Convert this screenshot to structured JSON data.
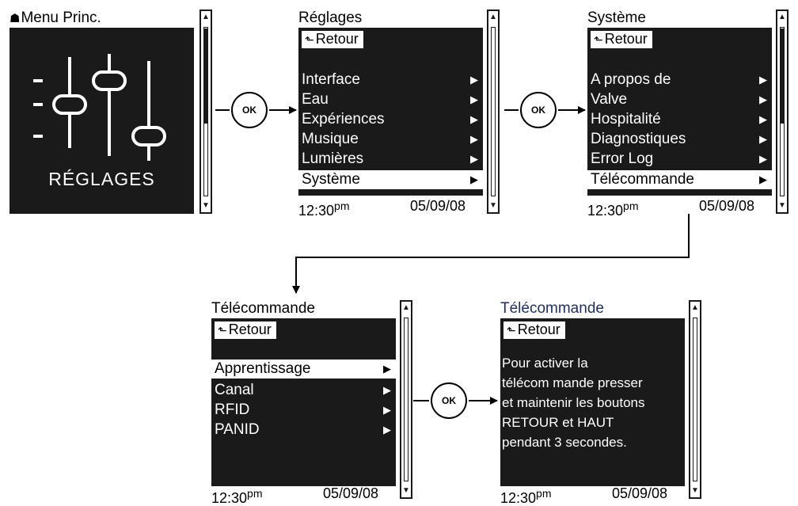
{
  "screens": {
    "main_menu": {
      "title_icon": "home-icon",
      "title": "Menu Princ.",
      "label": "RÉGLAGES"
    },
    "reglages": {
      "title": "Réglages",
      "back": "Retour",
      "items": [
        "Interface",
        "Eau",
        "Expériences",
        "Musique",
        "Lumières",
        "Système"
      ],
      "selected": 5,
      "time": "12:30",
      "ampm": "pm",
      "date": "05/09/08"
    },
    "systeme": {
      "title": "Système",
      "back": "Retour",
      "items": [
        "A propos de",
        "Valve",
        "Hospitalité",
        "Diagnostiques",
        "Error Log",
        "Télécommande"
      ],
      "selected": 5,
      "time": "12:30",
      "ampm": "pm",
      "date": "05/09/08"
    },
    "telecommande": {
      "title": "Télécommande",
      "back": "Retour",
      "items": [
        "Apprentissage",
        "Canal",
        "RFID",
        "PANID"
      ],
      "selected": 0,
      "time": "12:30",
      "ampm": "pm",
      "date": "05/09/08"
    },
    "telecommande_info": {
      "title": "Télécommande",
      "back": "Retour",
      "lines": [
        "Pour activer la",
        "télécom mande presser",
        "et maintenir les boutons",
        "RETOUR et HAUT",
        "pendant 3 secondes."
      ],
      "time": "12:30",
      "ampm": "pm",
      "date": "05/09/08"
    }
  },
  "ok_label": "OK",
  "colors": {
    "lcd_bg": "#1a1a1a",
    "lcd_fg": "#ffffff",
    "title_blue": "#1f2f6b"
  }
}
